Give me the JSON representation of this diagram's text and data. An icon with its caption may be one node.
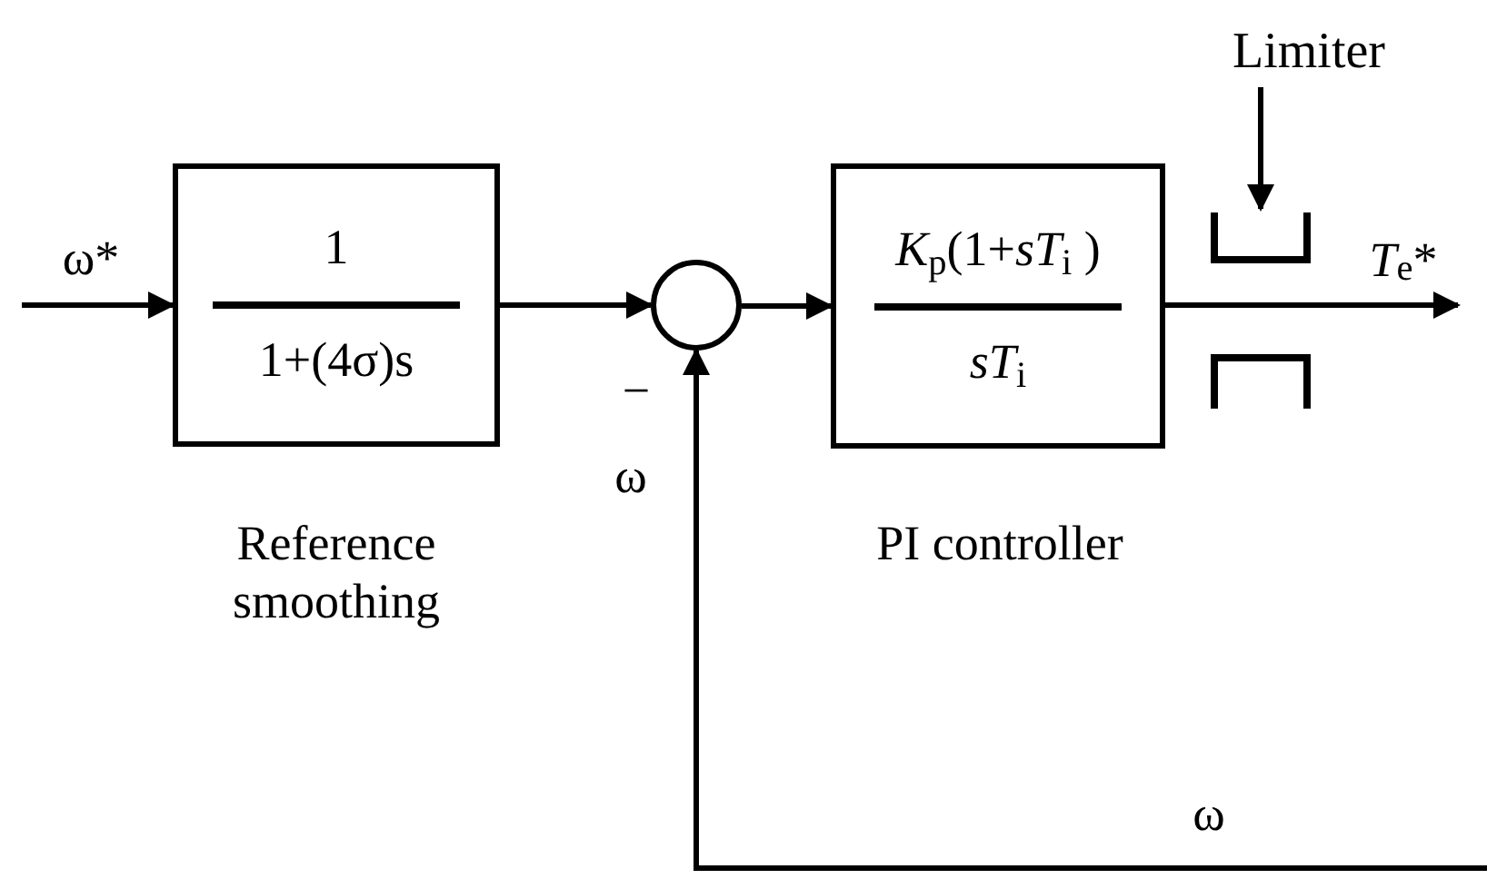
{
  "diagram": {
    "nodes": [
      {
        "text": [
          "1",
          "1+(4σ)s"
        ],
        "beside": [
          "Reference smoothing"
        ]
      },
      {
        "text": [],
        "shape": "circle"
      },
      {
        "text": [
          "*K*$_{p}$(1+*sT*$_{i}$ )",
          "*sT*$_{i}$"
        ],
        "beside": [
          "PI controller"
        ]
      },
      {
        "text": [
          "Limiter"
        ]
      },
      {
        "text": [],
        "shape": "picture"
      }
    ],
    "edges": [
      {
        "from": null,
        "to": 0,
        "arrow": "to",
        "label": "ω*"
      },
      {
        "from": 0,
        "to": 1,
        "arrow": "to"
      },
      {
        "from": 1,
        "to": 2,
        "arrow": "to"
      },
      {
        "from": 2,
        "to": null,
        "arrow": "to",
        "label": "*T*$_{e}$*"
      },
      {
        "from": 3,
        "to": 4,
        "arrow": "to"
      },
      {
        "from": null,
        "to": 1,
        "arrow": "to",
        "label": "ω"
      }
    ],
    "labels": [
      "−",
      "ω"
    ]
  }
}
